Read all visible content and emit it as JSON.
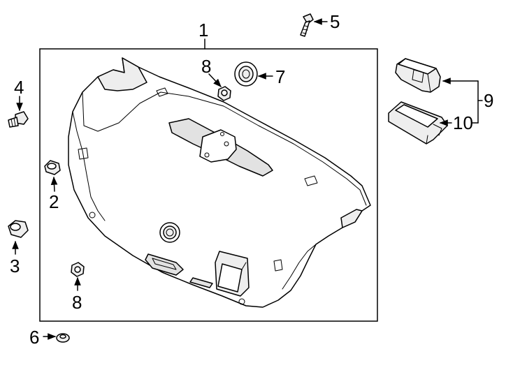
{
  "callouts": {
    "c1": "1",
    "c2": "2",
    "c3": "3",
    "c4": "4",
    "c5": "5",
    "c6": "6",
    "c7": "7",
    "c8a": "8",
    "c8b": "8",
    "c9": "9",
    "c10": "10"
  },
  "icons": {
    "trunk_lid_trim_panel": "trunk-lid-trim-panel-icon",
    "push_clip": "push-clip-icon",
    "retainer": "retainer-icon",
    "bolt": "bolt-icon",
    "grommet": "grommet-icon",
    "seal": "seal-icon",
    "nut": "nut-icon",
    "lamp": "lamp-icon",
    "lamp_housing": "lamp-housing-icon"
  }
}
